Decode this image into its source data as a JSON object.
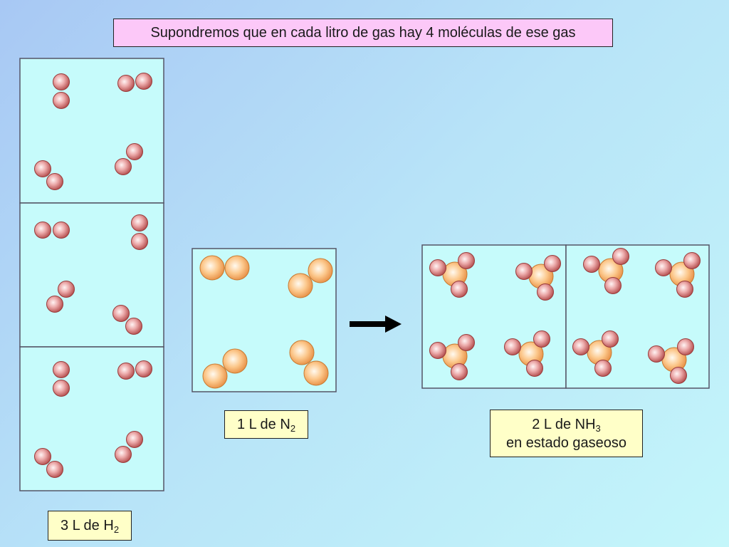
{
  "title": "Supondremos que en cada litro de gas hay 4 moléculas de ese gas",
  "labels": {
    "h2": {
      "prefix": "3 L de H",
      "sub": "2"
    },
    "n2": {
      "prefix": "1 L de N",
      "sub": "2"
    },
    "nh3": {
      "prefix": "2 L de NH",
      "sub": "3",
      "line2": "en estado gaseoso"
    }
  },
  "colors": {
    "box_fill": "#c6fbfb",
    "hydrogen": "#d07070",
    "nitrogen": "#f4a850",
    "title_bg": "#fcc8f8",
    "label_bg": "#ffffc8",
    "arrow": "#000000"
  },
  "icons": {
    "arrow": "arrow-right-icon"
  }
}
